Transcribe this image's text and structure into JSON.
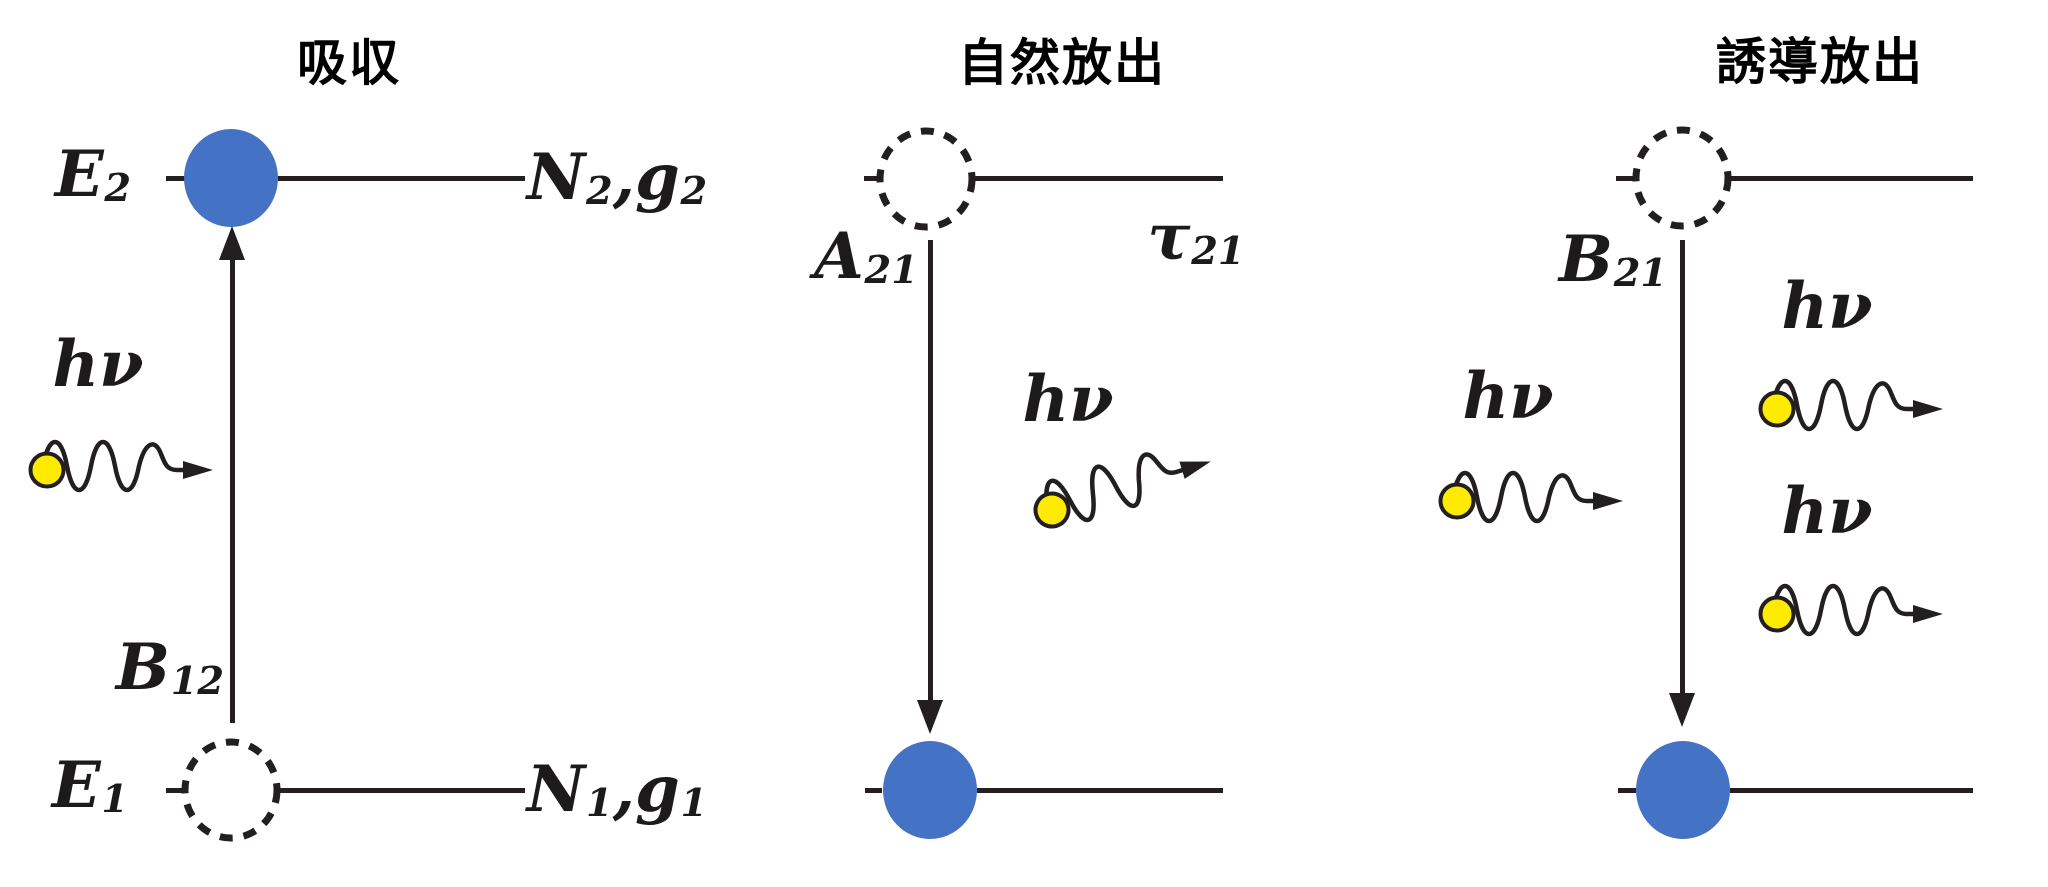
{
  "colors": {
    "stroke": "#231F20",
    "electron_blue": "#4472C4",
    "photon_yellow": "#FFEB00",
    "bg": "#FFFFFF"
  },
  "panels": [
    {
      "id": "absorption",
      "title": "吸収",
      "upper_level": {
        "energy_label": [
          {
            "t": "E"
          },
          {
            "t": "2",
            "sub": true
          }
        ],
        "population_label": [
          {
            "t": "N"
          },
          {
            "t": "2",
            "sub": true
          },
          {
            "t": ",g"
          },
          {
            "t": "2",
            "sub": true
          }
        ],
        "electron": "filled-blue"
      },
      "lower_level": {
        "energy_label": [
          {
            "t": "E"
          },
          {
            "t": "1",
            "sub": true
          }
        ],
        "population_label": [
          {
            "t": "N"
          },
          {
            "t": "1",
            "sub": true
          },
          {
            "t": ",g"
          },
          {
            "t": "1",
            "sub": true
          }
        ],
        "electron": "empty-dashed"
      },
      "transition": {
        "direction": "up",
        "coefficient_label": [
          {
            "t": "B"
          },
          {
            "t": "12",
            "sub": true
          }
        ]
      },
      "photons": [
        {
          "label": [
            {
              "t": "hν"
            }
          ],
          "role": "incoming-left",
          "direction": "right"
        }
      ]
    },
    {
      "id": "spontaneous-emission",
      "title": "自然放出",
      "upper_level": {
        "electron": "empty-dashed",
        "lifetime_label": [
          {
            "t": "τ"
          },
          {
            "t": "21",
            "sub": true
          }
        ]
      },
      "lower_level": {
        "electron": "filled-blue"
      },
      "transition": {
        "direction": "down",
        "coefficient_label": [
          {
            "t": "A"
          },
          {
            "t": "21",
            "sub": true
          }
        ]
      },
      "photons": [
        {
          "label": [
            {
              "t": "hν"
            }
          ],
          "role": "emitted",
          "direction": "up-right-diagonal"
        }
      ]
    },
    {
      "id": "stimulated-emission",
      "title": "誘導放出",
      "upper_level": {
        "electron": "empty-dashed"
      },
      "lower_level": {
        "electron": "filled-blue"
      },
      "transition": {
        "direction": "down",
        "coefficient_label": [
          {
            "t": "B"
          },
          {
            "t": "21",
            "sub": true
          }
        ]
      },
      "photons": [
        {
          "label": [
            {
              "t": "hν"
            }
          ],
          "role": "incoming-left",
          "direction": "right"
        },
        {
          "label": [
            {
              "t": "hν"
            }
          ],
          "role": "emitted-top-right",
          "direction": "right"
        },
        {
          "label": [
            {
              "t": "hν"
            }
          ],
          "role": "emitted-bottom-right",
          "direction": "right"
        }
      ]
    }
  ]
}
